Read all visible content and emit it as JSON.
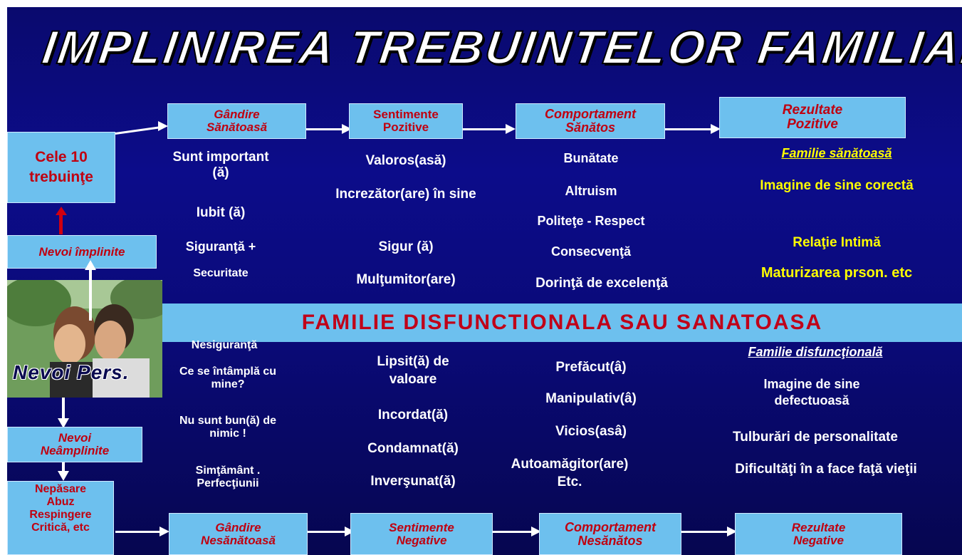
{
  "title": "IMPLINIREA   TREBUINTELOR   FAMILIALE",
  "left": {
    "needs_box": "Cele  10 trebuinţe",
    "met_box": "Nevoi împlinite",
    "photo_label": "Nevoi   Pers.",
    "unmet_box": "Nevoi Neâmplinite",
    "causes_box": "Nepăsare Abuz Respingere Critică, etc"
  },
  "top_flow": {
    "box1": "Gândire Sănătoasă",
    "box2": "Sentimente Pozitive",
    "box3": "Comportament Sănătos",
    "box4": "Rezultate Pozitive"
  },
  "top_col1": [
    "Sunt important (ă)",
    "Iubit (ă)",
    "Siguranţă +",
    "Securitate"
  ],
  "top_col2": [
    "Valoros(asă)",
    "Increzător(are) în sine",
    "Sigur (ă)",
    "Mulţumitor(are)"
  ],
  "top_col3": [
    "Bunătate",
    "Altruism",
    "Politeţe - Respect",
    "Consecvenţă",
    "Dorinţă de excelenţă"
  ],
  "top_col4": {
    "heading": "Familie   sănătoasă",
    "items": [
      "Imagine de sine corectă",
      "Relaţie Intimă",
      "Maturizarea prson. etc"
    ]
  },
  "banner": "FAMILIE   DISFUNCTIONALA SAU   SANATOASA",
  "bottom_col1": [
    "Nesiguranţă",
    "Ce se întâmplă cu mine?",
    "Nu sunt bun(ă) de nimic !",
    "Simţământ . Perfecţiunii"
  ],
  "bottom_col2": [
    "Lipsit(ă) de valoare",
    "Incordat(ă)",
    "Condamnat(ă)",
    "Inverşunat(ă)"
  ],
  "bottom_col3": [
    "Prefăcut(â)",
    "Manipulativ(â)",
    "Vicios(asâ)",
    "Autoamăgitor(are) Etc."
  ],
  "bottom_col4": {
    "heading": "Familie  disfuncţională",
    "items": [
      "Imagine de sine defectuoasă",
      "Tulburări de personalitate",
      "Dificultăţi în a face faţă vieţii"
    ]
  },
  "bottom_flow": {
    "box1": "Gândire Nesănătoasă",
    "box2": "Sentimente Negative",
    "box3": "Comportament Nesănătos",
    "box4": "Rezultate Negative"
  },
  "colors": {
    "background": "#0a0a78",
    "box": "#6dc0ee",
    "box_text": "#c00010",
    "highlight": "#ffff00"
  }
}
